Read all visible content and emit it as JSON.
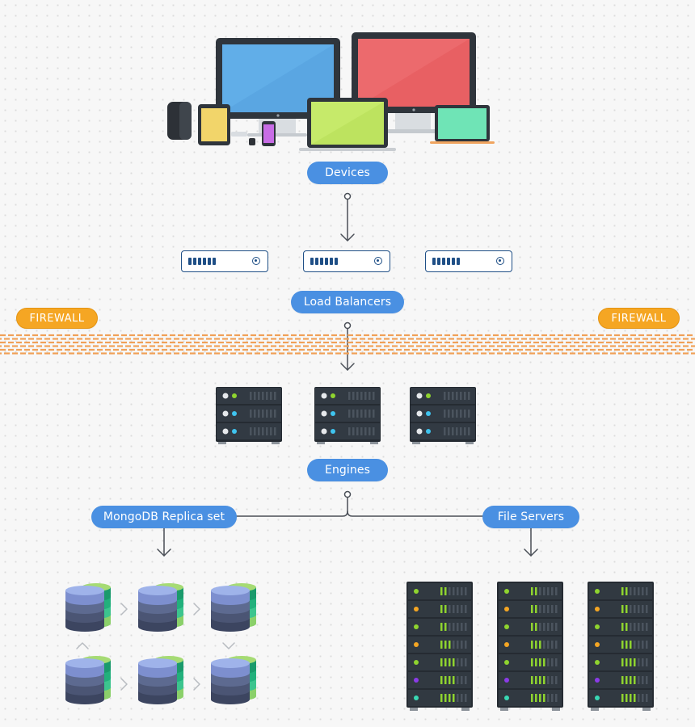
{
  "labels": {
    "devices": "Devices",
    "load_balancers": "Load Balancers",
    "firewall_left": "FIREWALL",
    "firewall_right": "FIREWALL",
    "engines": "Engines",
    "mongodb": "MongoDB Replica set",
    "file_servers": "File Servers"
  },
  "colors": {
    "pill_blue": "#4a90e2",
    "firewall_orange": "#f5a623",
    "connector": "#4a4f57",
    "load_balancer_stroke": "#1f4f86",
    "server_body": "#2c333b",
    "led_green": "#8fd42f",
    "led_blue": "#3fc4ef",
    "led_orange": "#f5a623",
    "led_purple": "#8b3be8",
    "led_teal": "#39d8b4"
  },
  "icons": {
    "devices": [
      "speaker-icon",
      "tablet-icon",
      "desktop-monitor-icon",
      "phone-icon",
      "watch-icon",
      "laptop-icon",
      "desktop-monitor-icon",
      "laptop-icon"
    ],
    "load_balancer": "load-balancer-icon",
    "engine": "server-icon",
    "database": "database-icon",
    "file_server": "server-rack-icon"
  }
}
